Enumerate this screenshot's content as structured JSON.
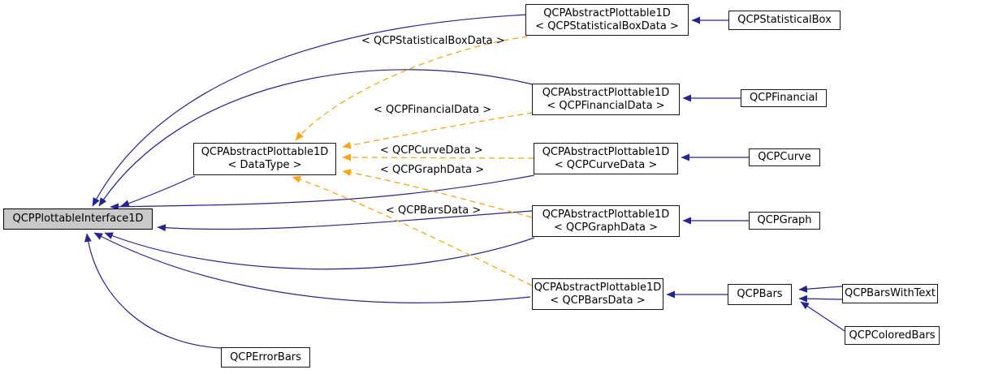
{
  "colors": {
    "inheritance_arrow": "#24248f",
    "template_instantiation_arrow": "#ffa414",
    "highlight_node_bg": "#c9c9c9",
    "node_bg": "#ffffff",
    "node_border": "#000000"
  },
  "nodes": {
    "interface": {
      "label": "QCPPlottableInterface1D"
    },
    "datatype": {
      "line1": "QCPAbstractPlottable1D",
      "line2": "< DataType >"
    },
    "statboxdata": {
      "line1": "QCPAbstractPlottable1D",
      "line2": "< QCPStatisticalBoxData >"
    },
    "findata": {
      "line1": "QCPAbstractPlottable1D",
      "line2": "< QCPFinancialData >"
    },
    "curvedata": {
      "line1": "QCPAbstractPlottable1D",
      "line2": "< QCPCurveData >"
    },
    "graphdata": {
      "line1": "QCPAbstractPlottable1D",
      "line2": "< QCPGraphData >"
    },
    "barsdata": {
      "line1": "QCPAbstractPlottable1D",
      "line2": "< QCPBarsData >"
    },
    "statbox": {
      "label": "QCPStatisticalBox"
    },
    "financial": {
      "label": "QCPFinancial"
    },
    "curve": {
      "label": "QCPCurve"
    },
    "graph": {
      "label": "QCPGraph"
    },
    "bars": {
      "label": "QCPBars"
    },
    "barswithtext": {
      "label": "QCPBarsWithText"
    },
    "coloredbars": {
      "label": "QCPColoredBars"
    },
    "errorbars": {
      "label": "QCPErrorBars"
    }
  },
  "edge_labels": {
    "statbox": "< QCPStatisticalBoxData >",
    "financial": "< QCPFinancialData >",
    "curve": "< QCPCurveData >",
    "graph": "< QCPGraphData >",
    "bars": "< QCPBarsData >"
  },
  "edges": [
    {
      "from": "statboxdata",
      "to": "interface",
      "style": "solid"
    },
    {
      "from": "findata",
      "to": "interface",
      "style": "solid"
    },
    {
      "from": "curvedata",
      "to": "interface",
      "style": "solid"
    },
    {
      "from": "datatype",
      "to": "interface",
      "style": "solid"
    },
    {
      "from": "graphdata",
      "to": "interface",
      "style": "solid",
      "note": "left edge to right edge"
    },
    {
      "from": "graphdata",
      "to": "interface",
      "style": "solid",
      "note": "bottom corner to bottom edge"
    },
    {
      "from": "barsdata",
      "to": "interface",
      "style": "solid"
    },
    {
      "from": "errorbars",
      "to": "interface",
      "style": "solid"
    },
    {
      "from": "statbox",
      "to": "statboxdata",
      "style": "solid"
    },
    {
      "from": "financial",
      "to": "findata",
      "style": "solid"
    },
    {
      "from": "curve",
      "to": "curvedata",
      "style": "solid"
    },
    {
      "from": "graph",
      "to": "graphdata",
      "style": "solid"
    },
    {
      "from": "bars",
      "to": "barsdata",
      "style": "solid"
    },
    {
      "from": "barswithtext",
      "to": "bars",
      "style": "solid",
      "note": "upper arrow"
    },
    {
      "from": "barswithtext",
      "to": "bars",
      "style": "solid",
      "note": "lower arrow"
    },
    {
      "from": "coloredbars",
      "to": "bars",
      "style": "solid"
    },
    {
      "from": "statboxdata",
      "to": "datatype",
      "style": "dashed",
      "label": "< QCPStatisticalBoxData >"
    },
    {
      "from": "findata",
      "to": "datatype",
      "style": "dashed",
      "label": "< QCPFinancialData >"
    },
    {
      "from": "curvedata",
      "to": "datatype",
      "style": "dashed",
      "label": "< QCPCurveData >"
    },
    {
      "from": "graphdata",
      "to": "datatype",
      "style": "dashed",
      "label": "< QCPGraphData >"
    },
    {
      "from": "barsdata",
      "to": "datatype",
      "style": "dashed",
      "label": "< QCPBarsData >"
    }
  ]
}
